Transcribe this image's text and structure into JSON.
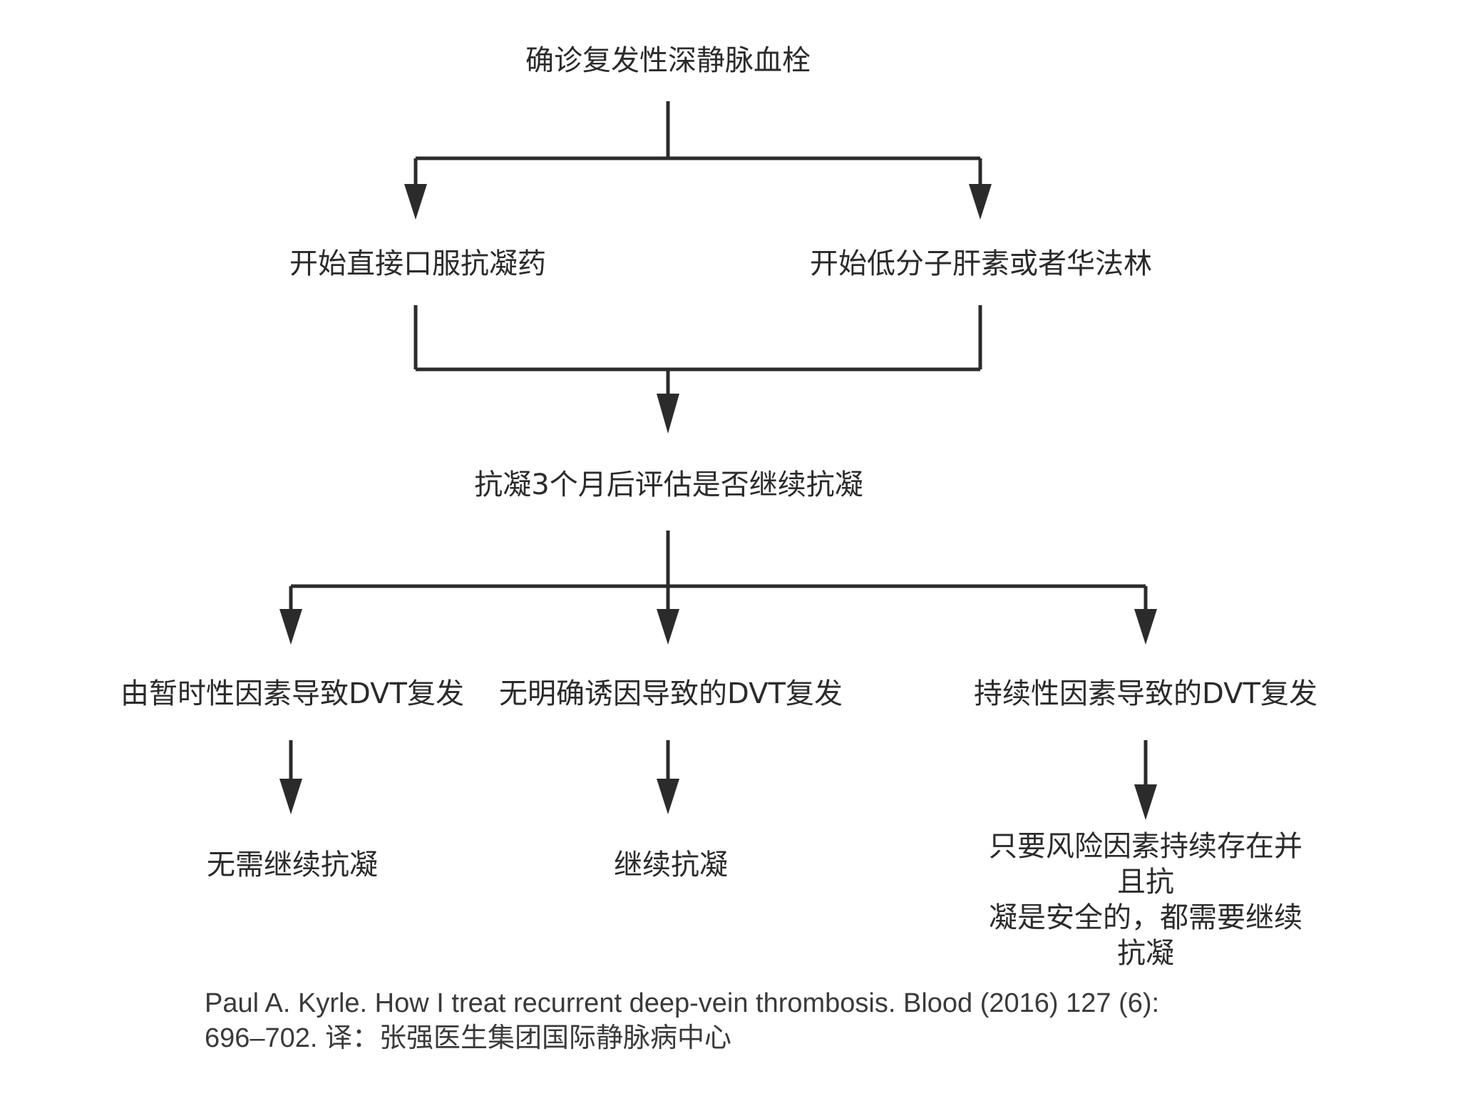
{
  "flowchart": {
    "root": "确诊复发性深静脉血栓",
    "start_options": {
      "left": "开始直接口服抗凝药",
      "right": "开始低分子肝素或者华法林"
    },
    "assessment": "抗凝3个月后评估是否继续抗凝",
    "causes": {
      "transient": "由暂时性因素导致DVT复发",
      "unprovoked": "无明确诱因导致的DVT复发",
      "persistent": "持续性因素导致的DVT复发"
    },
    "outcomes": {
      "transient": "无需继续抗凝",
      "unprovoked": "继续抗凝",
      "persistent_line1": "只要风险因素持续存在并且抗",
      "persistent_line2": "凝是安全的，都需要继续抗凝"
    }
  },
  "citation": {
    "line1": "Paul A. Kyrle.  How I treat recurrent deep-vein thrombosis. Blood (2016) 127 (6):",
    "line2": "696–702.     译：张强医生集团国际静脉病中心"
  }
}
